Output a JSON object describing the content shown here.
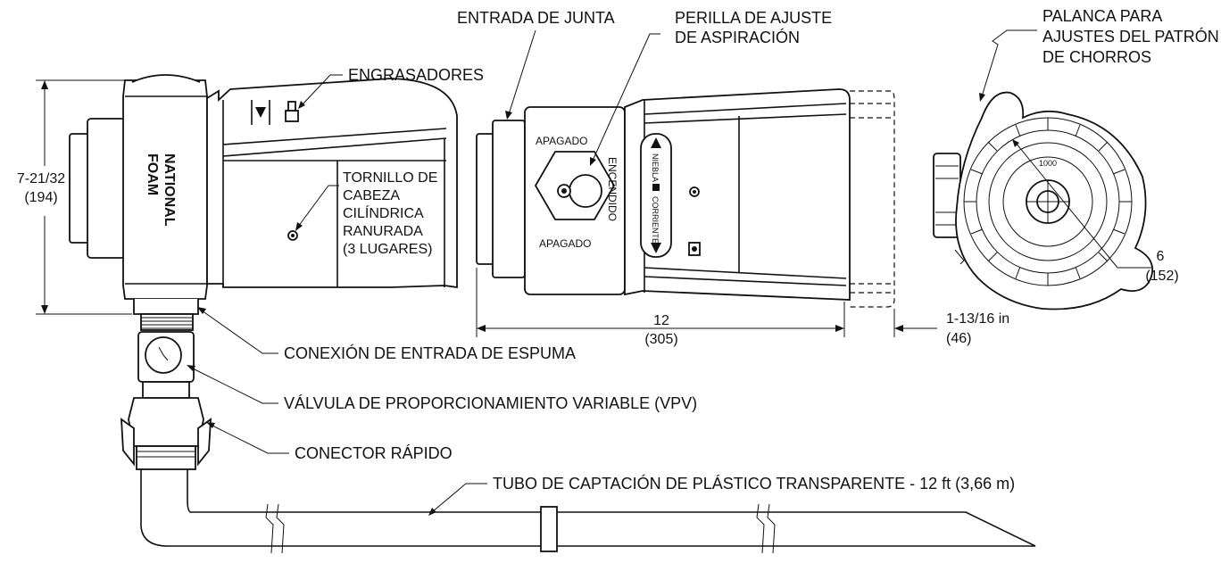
{
  "labels": {
    "entrada_junta": "ENTRADA DE JUNTA",
    "perilla_1": "PERILLA DE AJUSTE",
    "perilla_2": "DE ASPIRACIÓN",
    "palanca_1": "PALANCA  PARA",
    "palanca_2": "AJUSTES DEL PATRÓN",
    "palanca_3": "DE CHORROS",
    "engrasadores": "ENGRASADORES",
    "tornillo_1": "TORNILLO DE",
    "tornillo_2": "CABEZA",
    "tornillo_3": "CILÍNDRICA",
    "tornillo_4": "RANURADA",
    "tornillo_5": "(3 LUGARES)",
    "conexion": "CONEXIÓN DE ENTRADA DE ESPUMA",
    "valvula": "VÁLVULA DE PROPORCIONAMIENTO VARIABLE (VPV)",
    "conector": "CONECTOR RÁPIDO",
    "tubo": "TUBO DE CAPTACIÓN DE PLÁSTICO TRANSPARENTE - 12 ft (3,66 m)"
  },
  "nozzle_markings": {
    "brand_1": "NATIONAL",
    "brand_2": "FOAM",
    "apagado_top": "APAGADO",
    "apagado_bottom": "APAGADO",
    "encendido": "ENCENDIDO",
    "niebla": "NIEBLA",
    "corriente": "CORRIENTE",
    "flow_1000": "1000"
  },
  "dimensions": {
    "height_in": "7-21/32",
    "height_mm": "(194)",
    "length_in": "12",
    "length_mm": "(305)",
    "extension_in": "1-13/16 in",
    "extension_mm": "(46)",
    "diameter_in": "6",
    "diameter_mm": "(152)"
  },
  "colors": {
    "line": "#111111",
    "background": "#ffffff"
  }
}
